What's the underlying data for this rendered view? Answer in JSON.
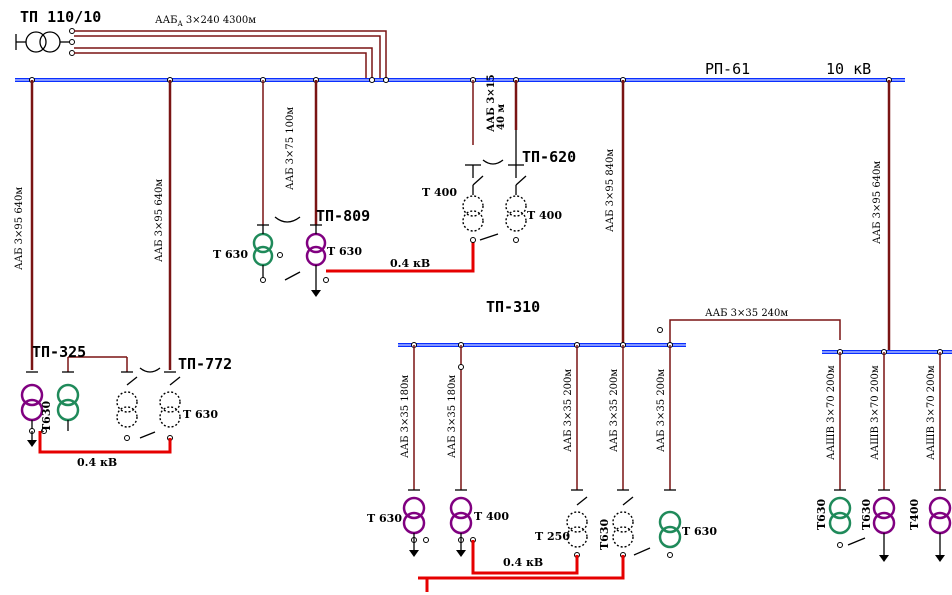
{
  "header": {
    "source_label": "ТП 110/10",
    "main_cable": "ААБ",
    "main_cable_sub": "А",
    "main_cable_spec": "3×240  4300м",
    "bus_label": "РП-61",
    "voltage_label": "10 кВ"
  },
  "substations": {
    "tp325": "ТП-325",
    "tp772": "ТП-772",
    "tp809": "ТП-809",
    "tp620": "ТП-620",
    "tp310": "ТП-310"
  },
  "cables": {
    "c1": "ААБ  3×95  640м",
    "c2": "ААБ  3×95  640м",
    "c3": "ААБ  3×75  100м",
    "c4": "ААБ 3×15",
    "c4b": "40 м",
    "c5": "ААБ  3×95  840м",
    "c6": "ААБ  3×95  640м",
    "c7": "ААБ  3×35  240м",
    "f1": "ААБ 3×35  180м",
    "f2": "ААБ 3×35  180м",
    "f3": "ААБ 3×35  200м",
    "f4": "ААБ 3×35  200м",
    "f5": "ААБ 3×35  200м",
    "f6": "ААШВ 3×70  200м",
    "f7": "ААШВ 3×70  200м",
    "f8": "ААШВ 3×70  200м"
  },
  "lowvolt": {
    "lv1": "0.4 кВ",
    "lv2": "0.4 кВ",
    "lv3": "0.4 кВ"
  },
  "transformers": {
    "t809a": "Т 630",
    "t809b": "Т 630",
    "t620a": "Т 400",
    "t620b": "Т 400",
    "t325": "Т630",
    "t772": "Т 630",
    "t310a": "Т 630",
    "t310b": "Т 400",
    "t310c": "Т 250",
    "t310d": "Т630",
    "t310e": "Т 630",
    "t_r1": "Т630",
    "t_r2": "Т630",
    "t_r3": "Т400"
  }
}
